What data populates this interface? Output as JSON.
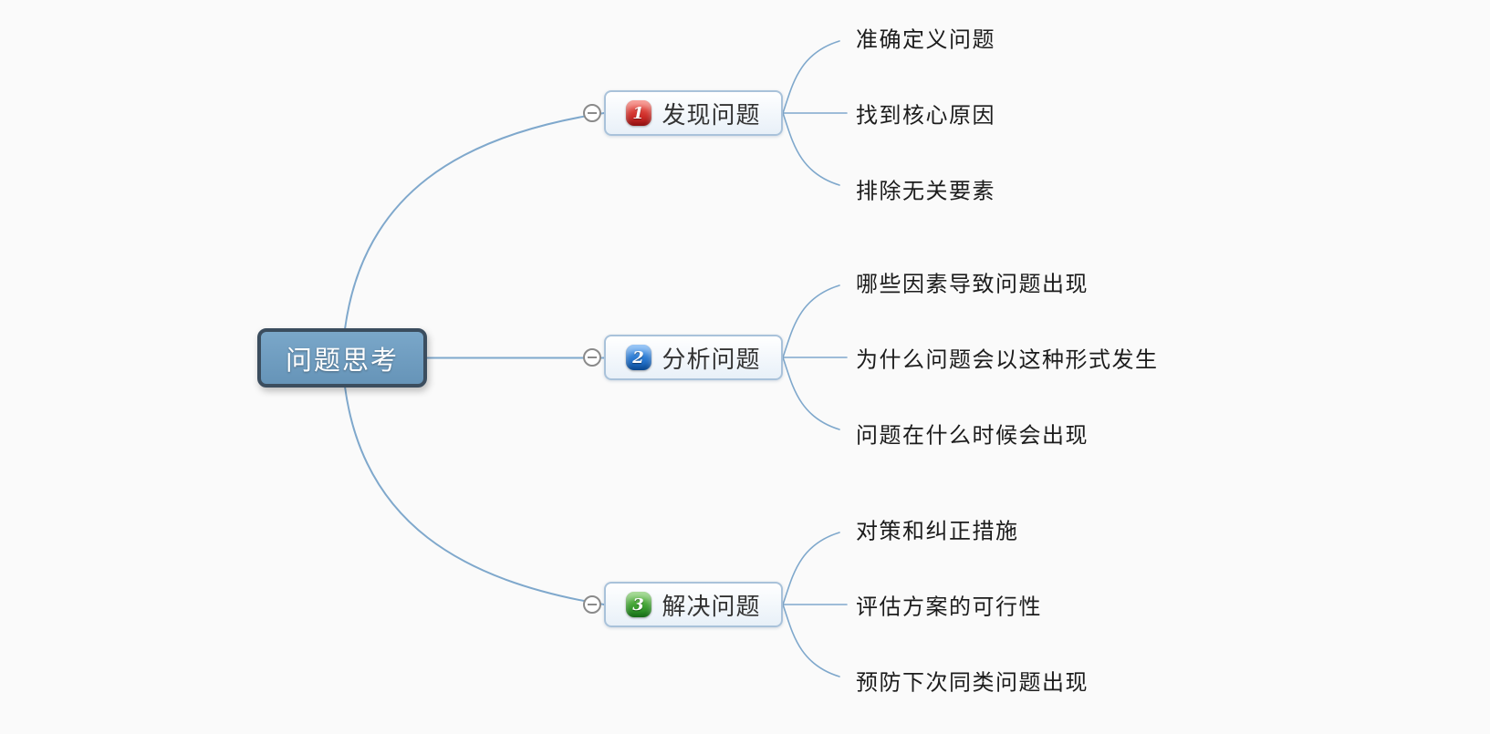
{
  "colors": {
    "background": "#fafafa",
    "connector": "#7fa8cc",
    "root_fill_top": "#7aa7c9",
    "root_fill_bottom": "#6694b8",
    "root_border": "#3b4d5e",
    "root_text": "#ffffff",
    "branch_fill_top": "#ffffff",
    "branch_fill_bottom": "#e8f0f8",
    "branch_border": "#a9c2da",
    "branch_text": "#333333",
    "leaf_text": "#1c1c1c",
    "collapse_border": "#8a8a8a",
    "badge_red_top": "#f4574b",
    "badge_red_bottom": "#b51515",
    "badge_blue_top": "#4d9df2",
    "badge_blue_bottom": "#0d5bb5",
    "badge_green_top": "#67c14b",
    "badge_green_bottom": "#1d871d"
  },
  "mindmap": {
    "root": {
      "label": "问题思考"
    },
    "collapse_symbol": "minus",
    "branches": [
      {
        "badge": "1",
        "badge_style": "red",
        "label": "发现问题",
        "children": [
          "准确定义问题",
          "找到核心原因",
          "排除无关要素"
        ]
      },
      {
        "badge": "2",
        "badge_style": "blue",
        "label": "分析问题",
        "children": [
          "哪些因素导致问题出现",
          "为什么问题会以这种形式发生",
          "问题在什么时候会出现"
        ]
      },
      {
        "badge": "3",
        "badge_style": "green",
        "label": "解决问题",
        "children": [
          "对策和纠正措施",
          "评估方案的可行性",
          "预防下次同类问题出现"
        ]
      }
    ]
  }
}
